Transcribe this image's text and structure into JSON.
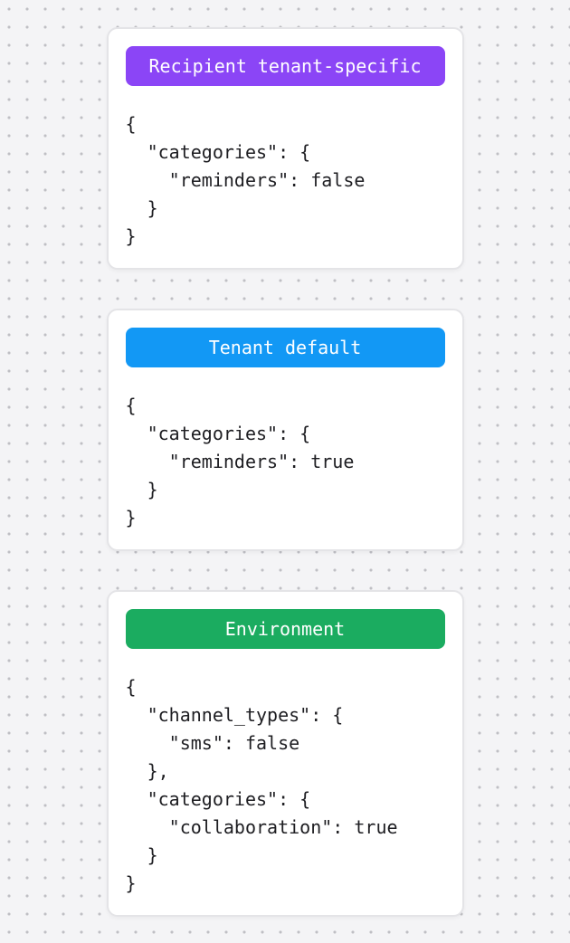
{
  "theme": {
    "page_background": "#f4f4f6",
    "dot_color": "#bfbfc4",
    "card_background": "#ffffff",
    "card_border": "#e4e4e7",
    "code_text_color": "#1e1e22",
    "badge_text_color": "#ffffff"
  },
  "cards": [
    {
      "badge": {
        "label": "Recipient tenant-specific",
        "color": "#8b45f6"
      },
      "code": "{\n  \"categories\": {\n    \"reminders\": false\n  }\n}"
    },
    {
      "badge": {
        "label": "Tenant default",
        "color": "#1298f5"
      },
      "code": "{\n  \"categories\": {\n    \"reminders\": true\n  }\n}"
    },
    {
      "badge": {
        "label": "Environment",
        "color": "#1bac60"
      },
      "code": "{\n  \"channel_types\": {\n    \"sms\": false\n  },\n  \"categories\": {\n    \"collaboration\": true\n  }\n}"
    }
  ]
}
